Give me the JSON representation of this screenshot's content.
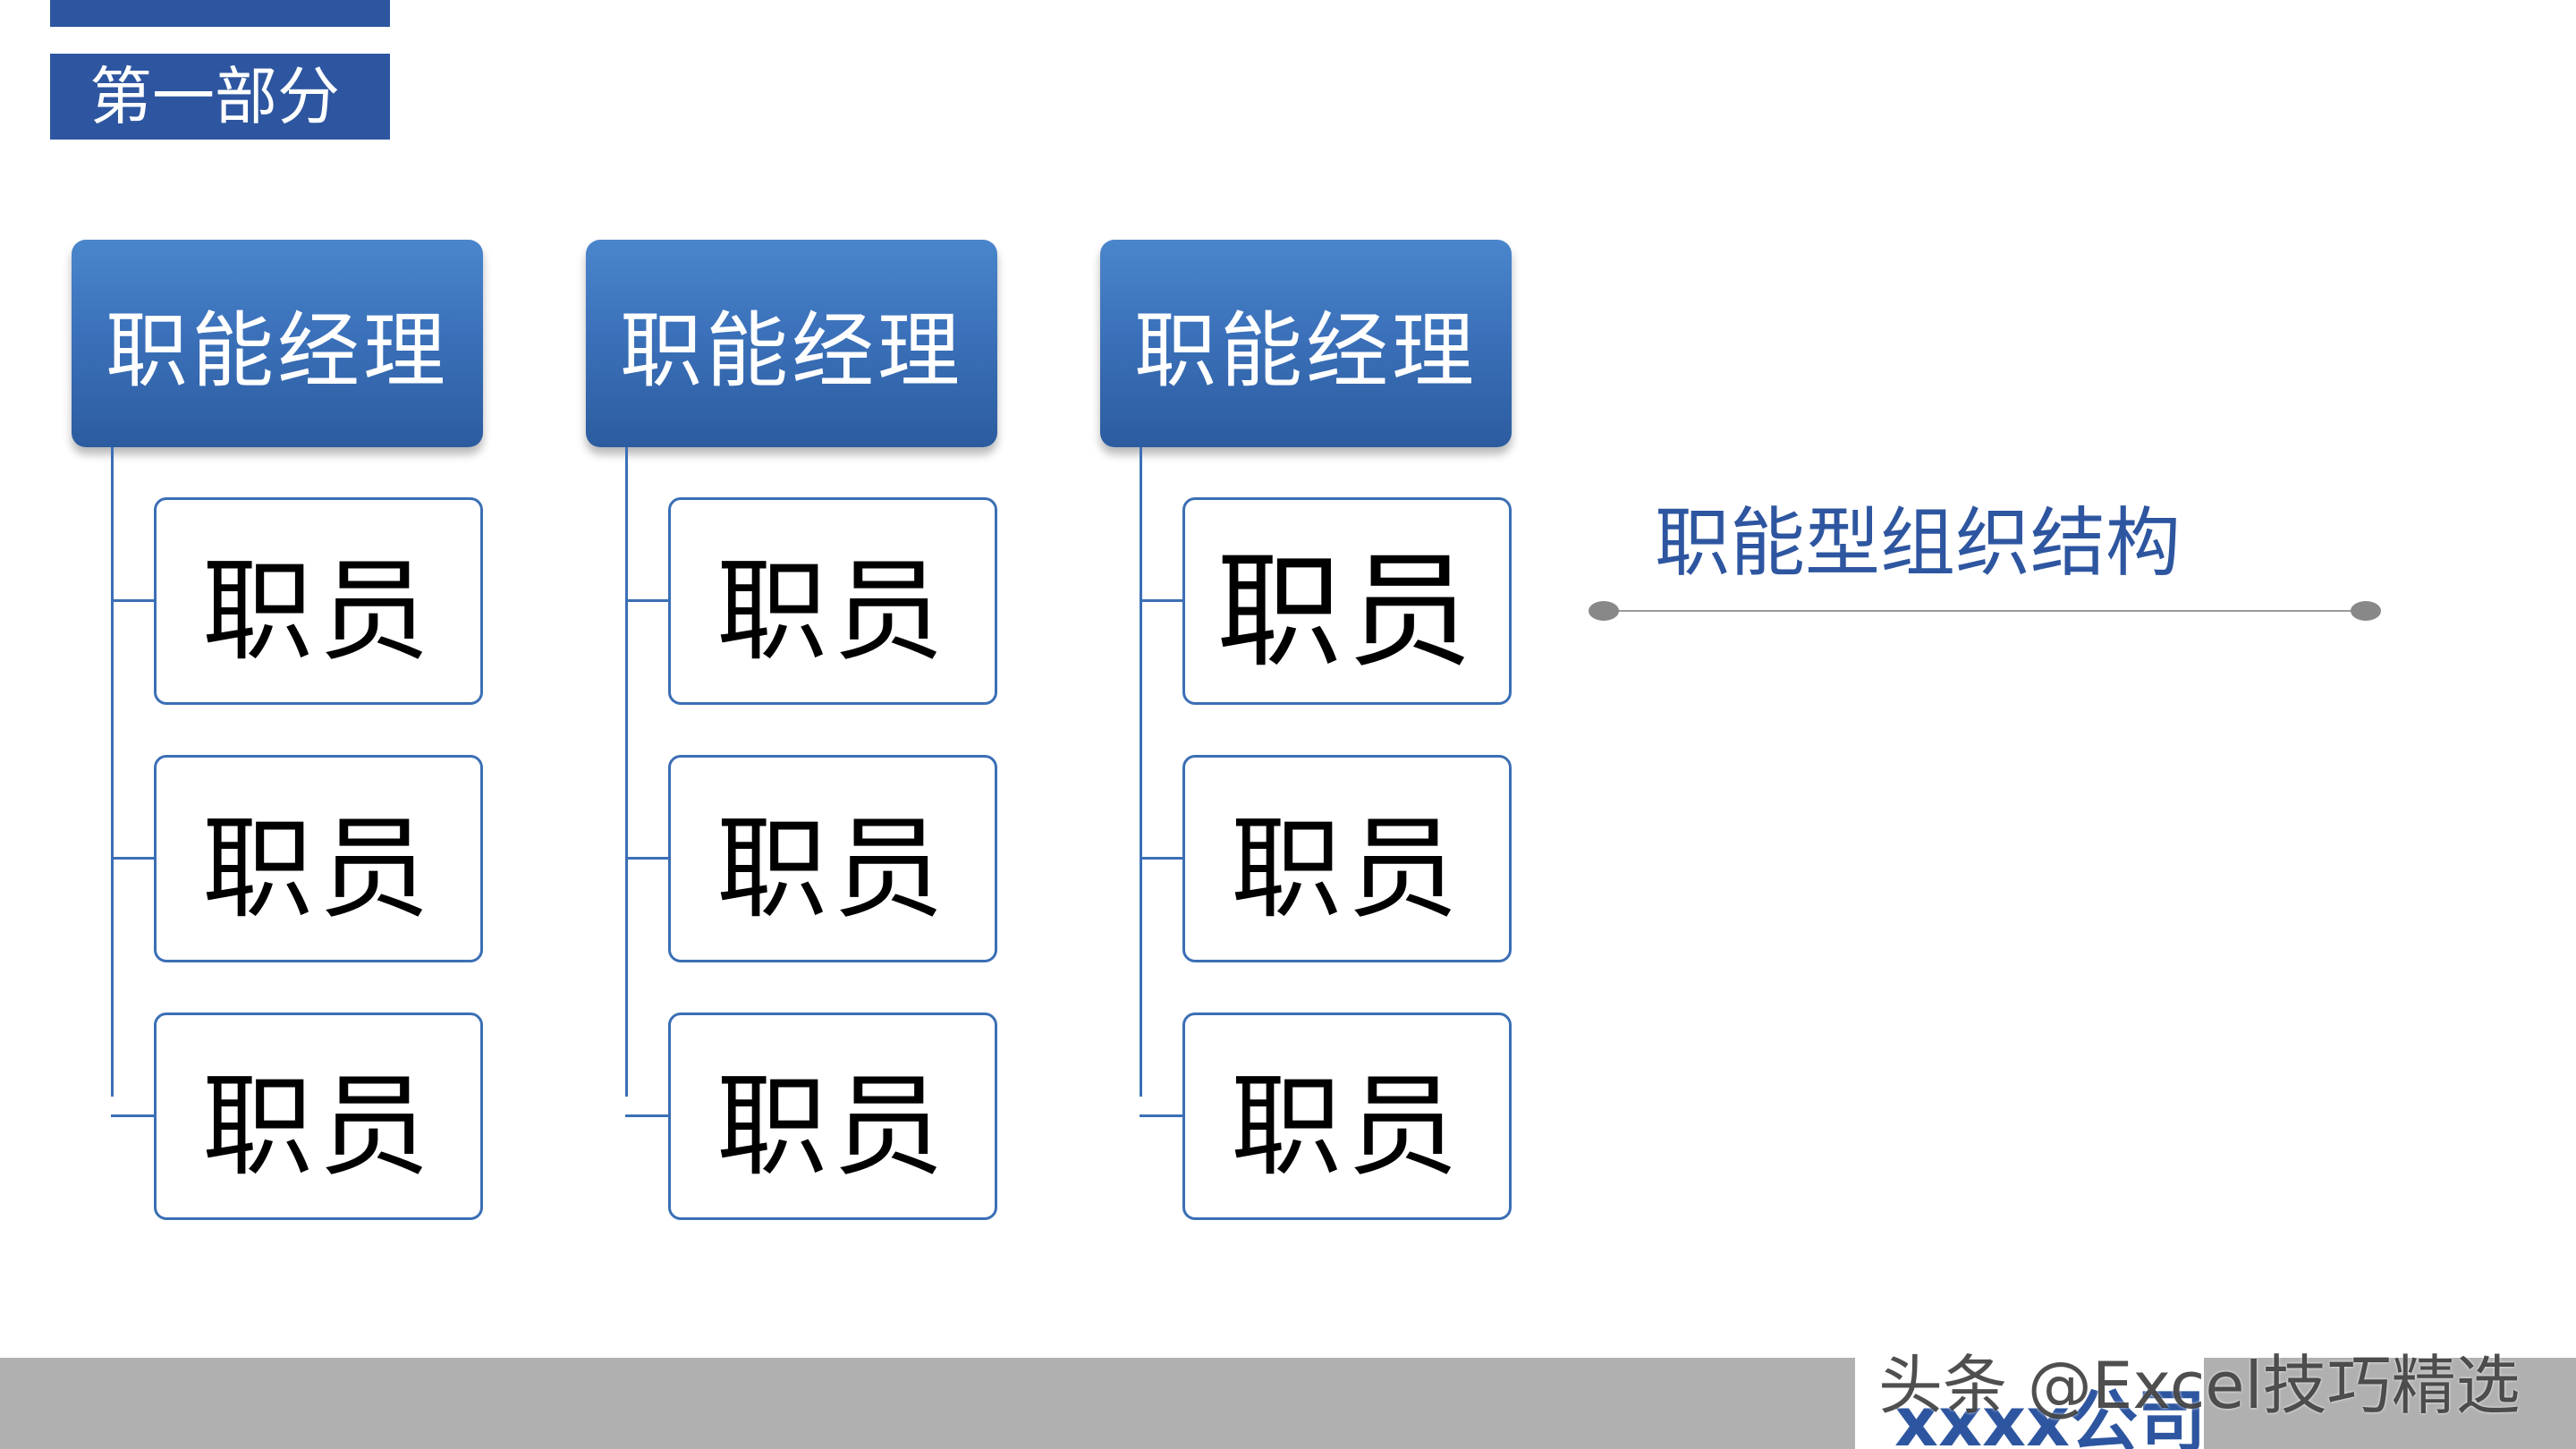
{
  "header": {
    "section_label": "第一部分"
  },
  "org_chart": {
    "columns": [
      {
        "manager": "职能经理",
        "staff": [
          "职员",
          "职员",
          "职员"
        ]
      },
      {
        "manager": "职能经理",
        "staff": [
          "职员",
          "职员",
          "职员"
        ]
      },
      {
        "manager": "职能经理",
        "staff": [
          "职员",
          "职员",
          "职员"
        ]
      }
    ]
  },
  "caption": {
    "title": "职能型组织结构"
  },
  "footer": {
    "company": "xxxx公司",
    "watermark": "头条 @Excel技巧精选"
  },
  "colors": {
    "accent": "#2e56a0",
    "manager_gradient_top": "#4a86cc",
    "manager_gradient_bottom": "#2c5c9f",
    "connector": "#3b6fb5",
    "footer_band": "#b0b0b0"
  }
}
